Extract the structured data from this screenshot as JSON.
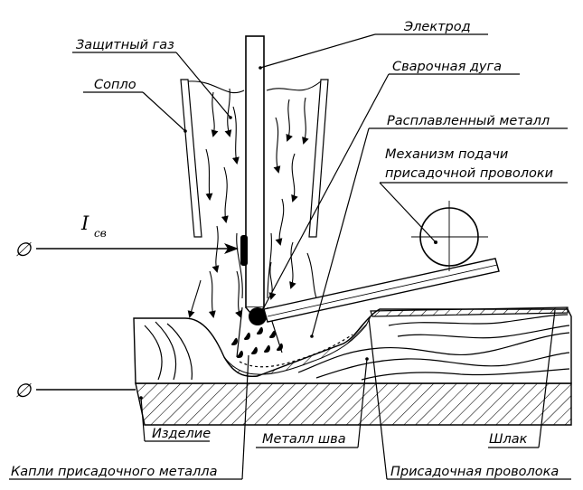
{
  "labels": {
    "electrode": "Электрод",
    "shielding_gas": "Защитный газ",
    "nozzle": "Сопло",
    "welding_arc": "Сварочная дуга",
    "molten_metal": "Расплавленный металл",
    "feed_mechanism_line1": "Механизм подачи",
    "feed_mechanism_line2": "присадочной проволоки",
    "current_symbol": "I",
    "current_subscript": "св",
    "workpiece": "Изделие",
    "weld_metal": "Металл шва",
    "slag": "Шлак",
    "filler_droplets": "Капли присадочного металла",
    "filler_wire": "Присадочная проволока",
    "terminal_top": "∅",
    "terminal_bottom": "∅"
  },
  "colors": {
    "ink": "#000000",
    "background": "#ffffff"
  }
}
